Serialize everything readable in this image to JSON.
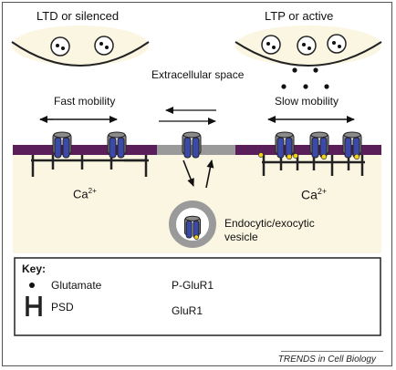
{
  "labels": {
    "ltd": "LTD or silenced",
    "ltp": "LTP or active",
    "extracellular": "Extracellular space",
    "fast": "Fast mobility",
    "slow": "Slow mobility",
    "ca_left": "Ca",
    "ca_right": "Ca",
    "ca_sup": "2+",
    "vesicle_line1": "Endocytic/exocytic",
    "vesicle_line2": "vesicle"
  },
  "key": {
    "title": "Key:",
    "glutamate": "Glutamate",
    "psd": "PSD",
    "p_glur1": "P-GluR1",
    "glur1": "GluR1"
  },
  "credit": "TRENDS in Cell Biology",
  "colors": {
    "membrane_synapse": "#5a1f5a",
    "membrane_extrasynaptic": "#9a9a9a",
    "cytoplasm": "#fbf6e2",
    "receptor_blue": "#3b4aa8",
    "receptor_gray": "#8a8a8a",
    "phosphate": "#f2d21b"
  }
}
